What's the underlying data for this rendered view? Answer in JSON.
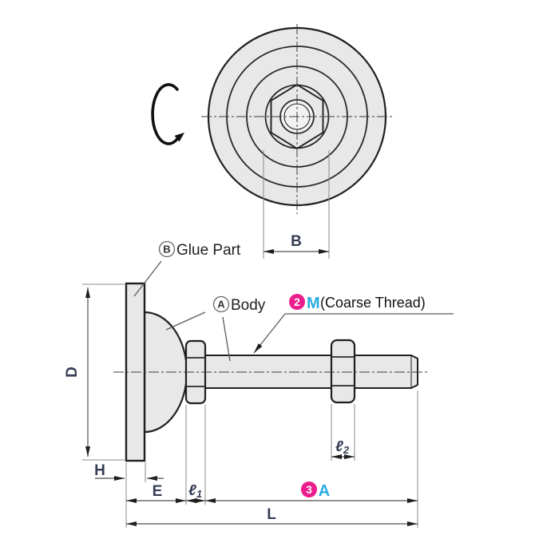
{
  "drawing": {
    "type": "engineering-drawing",
    "subject": "leveling-mount-adjuster-foot",
    "colors": {
      "part_fill": "#e8e8e8",
      "outline": "#1f1f1f",
      "dimension_line": "#4f4f4f",
      "extension_line": "#8a8a8a",
      "dimension_text": "#353c54",
      "accent_pink": "#ec1d8d",
      "accent_blue": "#29abe2",
      "label_text": "#1f1f1f"
    },
    "labels": {
      "glue_part": {
        "badge": "B",
        "text": "Glue Part"
      },
      "body": {
        "badge": "A",
        "text": "Body"
      },
      "thread_spec": {
        "badge": "2",
        "code": "M",
        "note": "(Coarse Thread)"
      }
    },
    "dimensions": {
      "b": "B",
      "d": "D",
      "h": "H",
      "e": "E",
      "l": "L",
      "l1": {
        "symbol": "ℓ",
        "sub": "1"
      },
      "l2": {
        "symbol": "ℓ",
        "sub": "2"
      },
      "a": {
        "badge": "3",
        "code": "A"
      }
    }
  }
}
